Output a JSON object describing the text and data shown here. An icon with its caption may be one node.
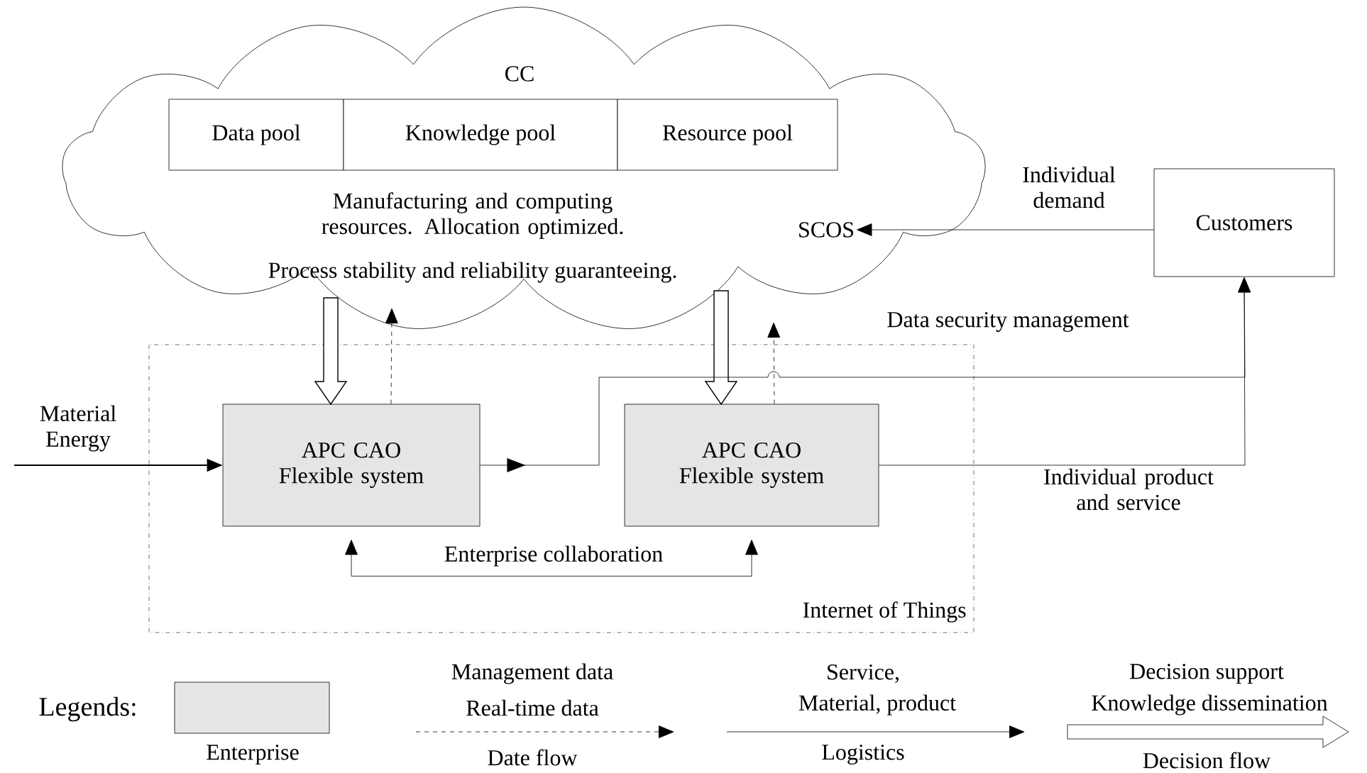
{
  "diagram": {
    "nodes": [
      {
        "text": [
          "CC",
          "Manufacturing and computing resources. Allocation optimized.",
          "Process stability and reliability guaranteeing."
        ]
      },
      {
        "text": [
          "Data pool"
        ],
        "in": 0
      },
      {
        "text": [
          "Knowledge pool"
        ],
        "in": 0
      },
      {
        "text": [
          "Resource pool"
        ],
        "in": 0
      },
      {
        "text": [
          "SCOS"
        ],
        "in": 0
      },
      {
        "text": [
          "Customers"
        ]
      },
      {
        "text": [
          "Internet of Things"
        ]
      },
      {
        "text": [
          "APC CAO Flexible system"
        ],
        "in": 6
      },
      {
        "text": [
          "APC CAO Flexible system"
        ],
        "in": 6
      }
    ],
    "edges": [
      {
        "from": null,
        "to": 7,
        "arrow": "to",
        "label": "Material Energy"
      },
      {
        "from": 0,
        "to": 7,
        "arrow": "to",
        "style": "thick"
      },
      {
        "from": 7,
        "to": 0,
        "arrow": "to",
        "style": "dashed"
      },
      {
        "from": 0,
        "to": 8,
        "arrow": "to",
        "style": "thick"
      },
      {
        "from": 8,
        "to": 0,
        "arrow": "to",
        "style": "dashed"
      },
      {
        "from": 5,
        "to": 4,
        "arrow": "to",
        "label": "Individual demand"
      },
      {
        "from": 7,
        "to": 5,
        "arrow": "to"
      },
      {
        "from": 8,
        "to": 5,
        "arrow": "to",
        "label": "Individual product and service"
      },
      {
        "from": 7,
        "to": 8,
        "arrow": "both",
        "label": "Enterprise collaboration"
      }
    ],
    "labels": [
      "Data security management",
      "Legends:",
      "Management data",
      "Real-time data",
      "Service,",
      "Material, product",
      "Decision support",
      "Knowledge dissemination"
    ],
    "legend": [
      {
        "text": "Enterprise",
        "color": "#e6e6e6"
      },
      {
        "text": "Date flow"
      },
      {
        "text": "Logistics"
      },
      {
        "text": "Decision flow"
      }
    ]
  }
}
